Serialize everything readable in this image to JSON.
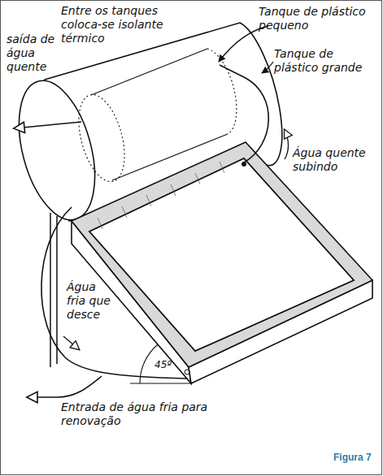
{
  "diagram": {
    "caption": "Figura 7",
    "labels": [
      "Entre os tanques coloca-se isolante térmico",
      "saída de água quente",
      "Tanque de plástico pequeno",
      "Tanque de plástico grande",
      "Água quente subindo",
      "Água fria que desce",
      "45º",
      "Entrada de água fria para renovação"
    ]
  }
}
